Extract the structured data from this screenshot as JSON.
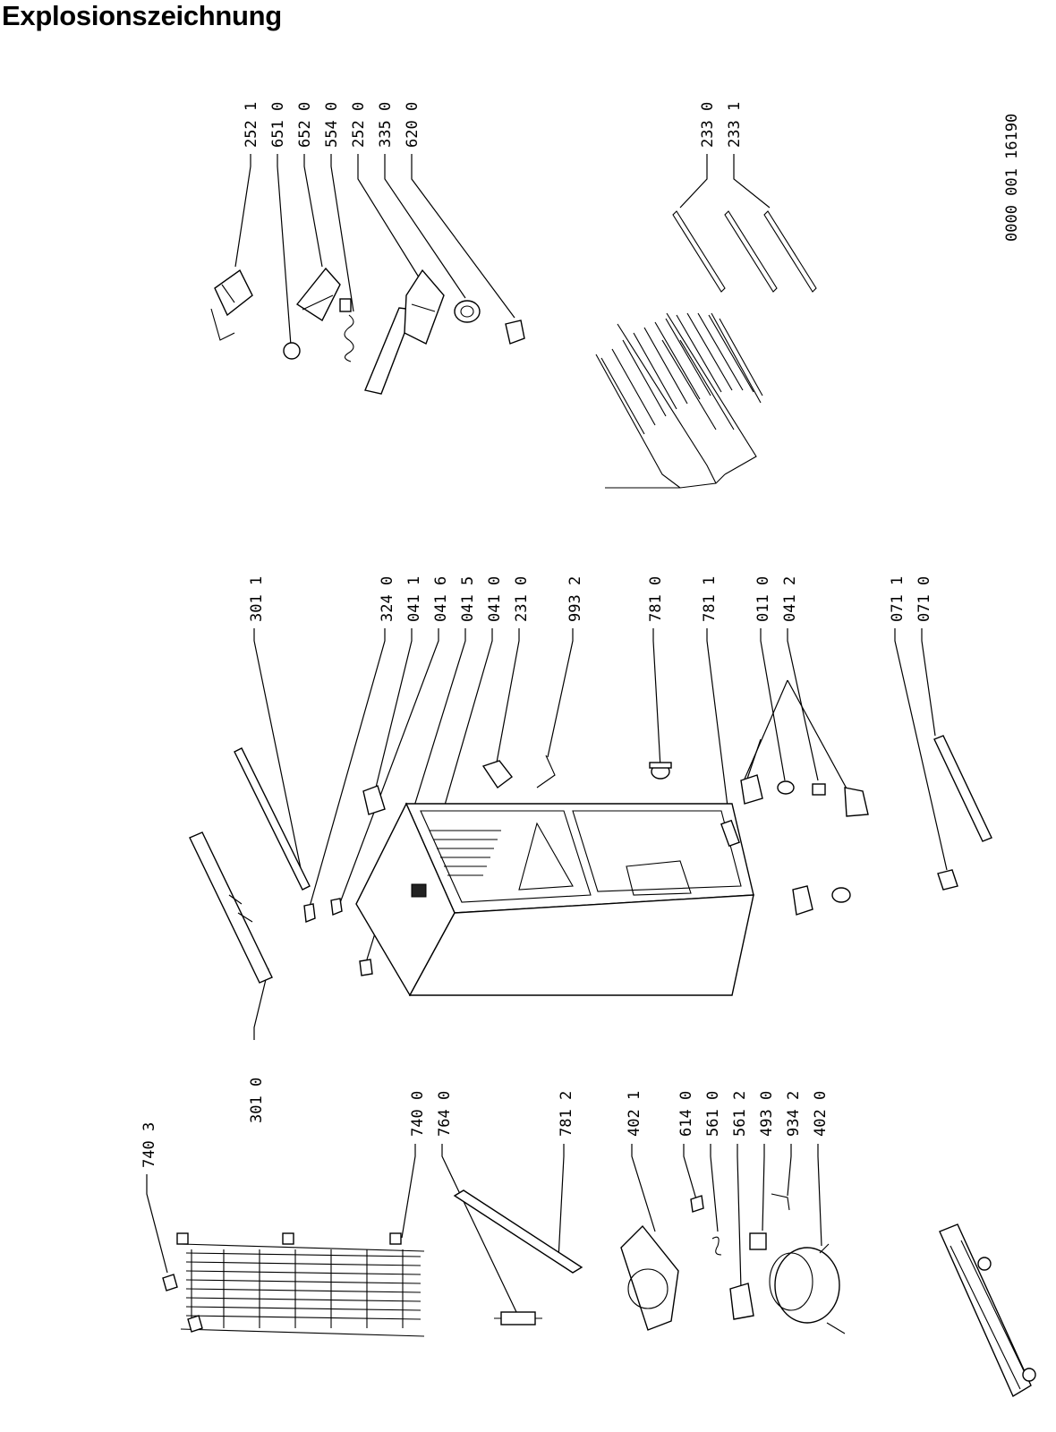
{
  "title": "Explosionszeichnung",
  "document_code": "0000 001 16190",
  "part_labels": {
    "p2521": "252 1",
    "p6510": "651 0",
    "p6520": "652 0",
    "p5540": "554 0",
    "p2520": "252 0",
    "p3350": "335 0",
    "p6200": "620 0",
    "p2330": "233 0",
    "p2331": "233 1",
    "p3011": "301 1",
    "p3240": "324 0",
    "p0411": "041 1",
    "p0416": "041 6",
    "p0415": "041 5",
    "p0410": "041 0",
    "p2310": "231 0",
    "p9932": "993 2",
    "p7810": "781 0",
    "p7811": "781 1",
    "p0110": "011 0",
    "p0412": "041 2",
    "p0711": "071 1",
    "p0710": "071 0",
    "p3010": "301 0",
    "p7403": "740 3",
    "p7400": "740 0",
    "p7640": "764 0",
    "p7812": "781 2",
    "p4021": "402 1",
    "p6140": "614 0",
    "p5610": "561 0",
    "p5612": "561 2",
    "p4930": "493 0",
    "p9342": "934 2",
    "p4020": "402 0"
  }
}
